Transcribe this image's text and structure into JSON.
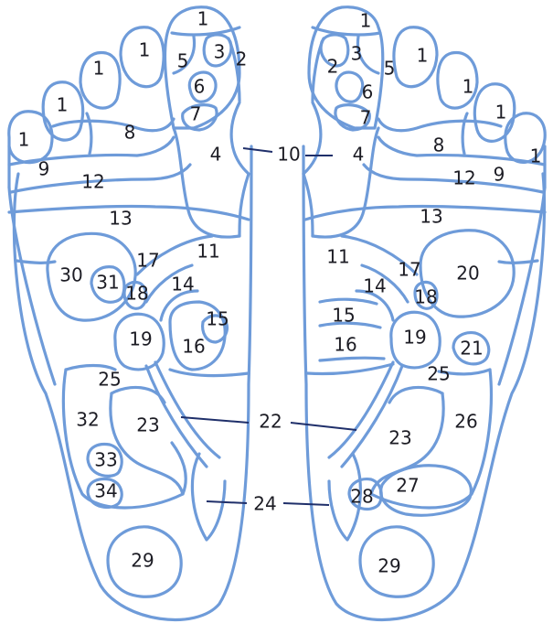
{
  "colors": {
    "outline": "#6e9bd9",
    "pointer": "#1f2f6a",
    "label": "#1c1c24",
    "background": "#ffffff"
  },
  "left_foot": {
    "z1a": "1",
    "z1b": "1",
    "z1c": "1",
    "z1d": "1",
    "z1e": "1",
    "z2": "2",
    "z3": "3",
    "z4": "4",
    "z5": "5",
    "z6": "6",
    "z7": "7",
    "z8": "8",
    "z9": "9",
    "z11": "11",
    "z12": "12",
    "z13": "13",
    "z14": "14",
    "z15": "15",
    "z16": "16",
    "z17": "17",
    "z18": "18",
    "z19": "19",
    "z23": "23",
    "z25": "25",
    "z29": "29",
    "z30": "30",
    "z31": "31",
    "z32": "32",
    "z33": "33",
    "z34": "34"
  },
  "right_foot": {
    "z1a": "1",
    "z1b": "1",
    "z1c": "1",
    "z1d": "1",
    "z1e": "1",
    "z2": "2",
    "z3": "3",
    "z4": "4",
    "z5": "5",
    "z6": "6",
    "z7": "7",
    "z8": "8",
    "z9": "9",
    "z11": "11",
    "z12": "12",
    "z13": "13",
    "z14": "14",
    "z15": "15",
    "z16": "16",
    "z17": "17",
    "z18": "18",
    "z19": "19",
    "z20": "20",
    "z21": "21",
    "z23": "23",
    "z25": "25",
    "z26": "26",
    "z27": "27",
    "z28": "28",
    "z29": "29"
  },
  "shared": {
    "z10": "10",
    "z22": "22",
    "z24": "24"
  }
}
